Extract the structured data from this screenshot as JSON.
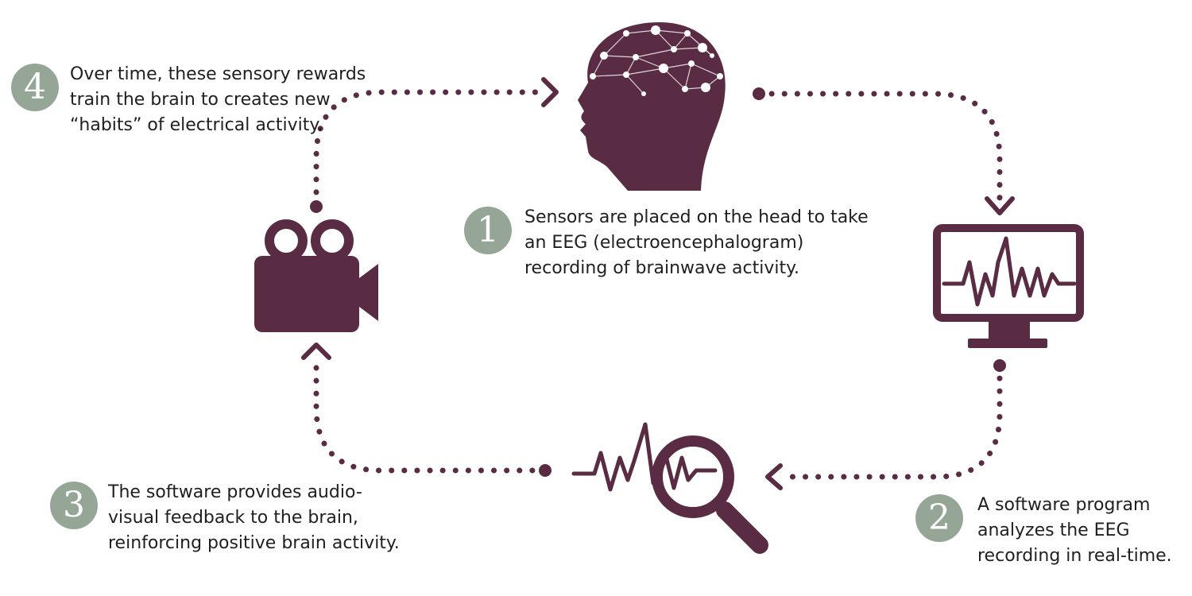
{
  "colors": {
    "accent": "#5a2c44",
    "badge": "#95a696",
    "text": "#1f1f1f"
  },
  "icons": [
    "brain-head-icon",
    "eeg-monitor-icon",
    "magnifier-wave-icon",
    "video-camera-icon"
  ],
  "steps": [
    {
      "number": "1",
      "lines": [
        "Sensors are placed on the head to take",
        "an EEG (electroencephalogram)",
        "recording of brainwave activity."
      ]
    },
    {
      "number": "2",
      "lines": [
        "A software program",
        "analyzes the EEG",
        "recording in real-time."
      ]
    },
    {
      "number": "3",
      "lines": [
        "The software provides audio-",
        "visual feedback to the brain,",
        "reinforcing positive brain activity."
      ]
    },
    {
      "number": "4",
      "lines": [
        "Over time, these sensory rewards",
        "train the brain to creates new",
        "“habits” of electrical activity."
      ]
    }
  ]
}
